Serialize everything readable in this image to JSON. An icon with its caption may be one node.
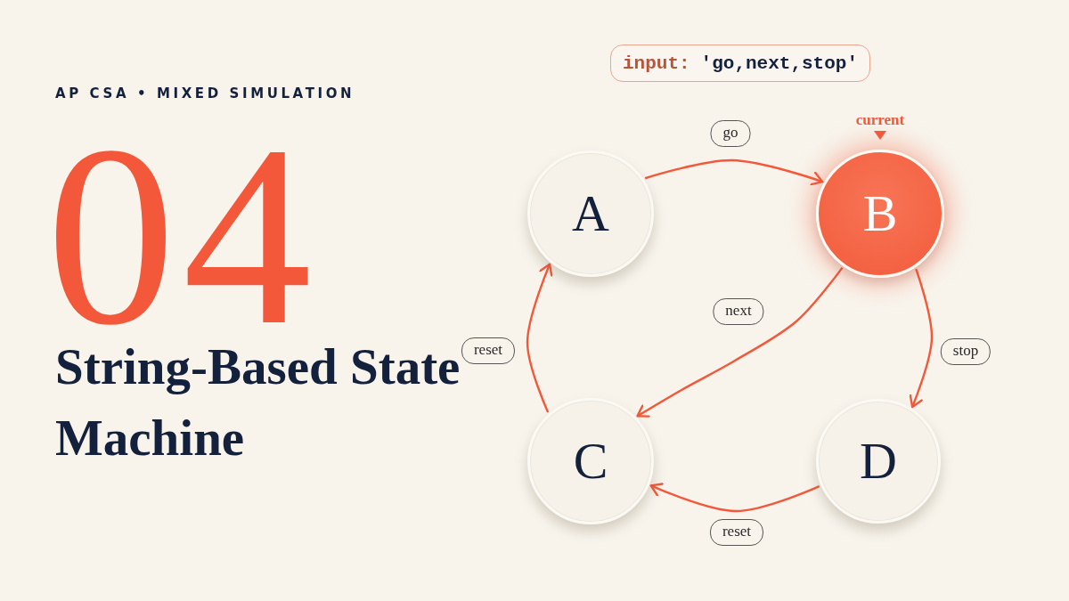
{
  "diagram": {
    "title": "String-Based State Machine",
    "nodes": [
      {
        "text": [
          "A"
        ]
      },
      {
        "text": [
          "B"
        ],
        "beside": [
          "current"
        ]
      },
      {
        "text": [
          "C"
        ]
      },
      {
        "text": [
          "D"
        ]
      },
      {
        "text": [
          "input:",
          "'go,next,stop'"
        ]
      }
    ],
    "edges": [
      {
        "from": 0,
        "to": 1,
        "arrow": "to",
        "label": "go"
      },
      {
        "from": 1,
        "to": 2,
        "arrow": "to",
        "label": "next"
      },
      {
        "from": 1,
        "to": 3,
        "arrow": "to",
        "label": "stop"
      },
      {
        "from": 3,
        "to": 2,
        "arrow": "to",
        "label": "reset"
      },
      {
        "from": 2,
        "to": 0,
        "arrow": "to",
        "label": "reset"
      }
    ],
    "labels": [
      "AP CSA • MIXED SIMULATION",
      "04"
    ]
  }
}
